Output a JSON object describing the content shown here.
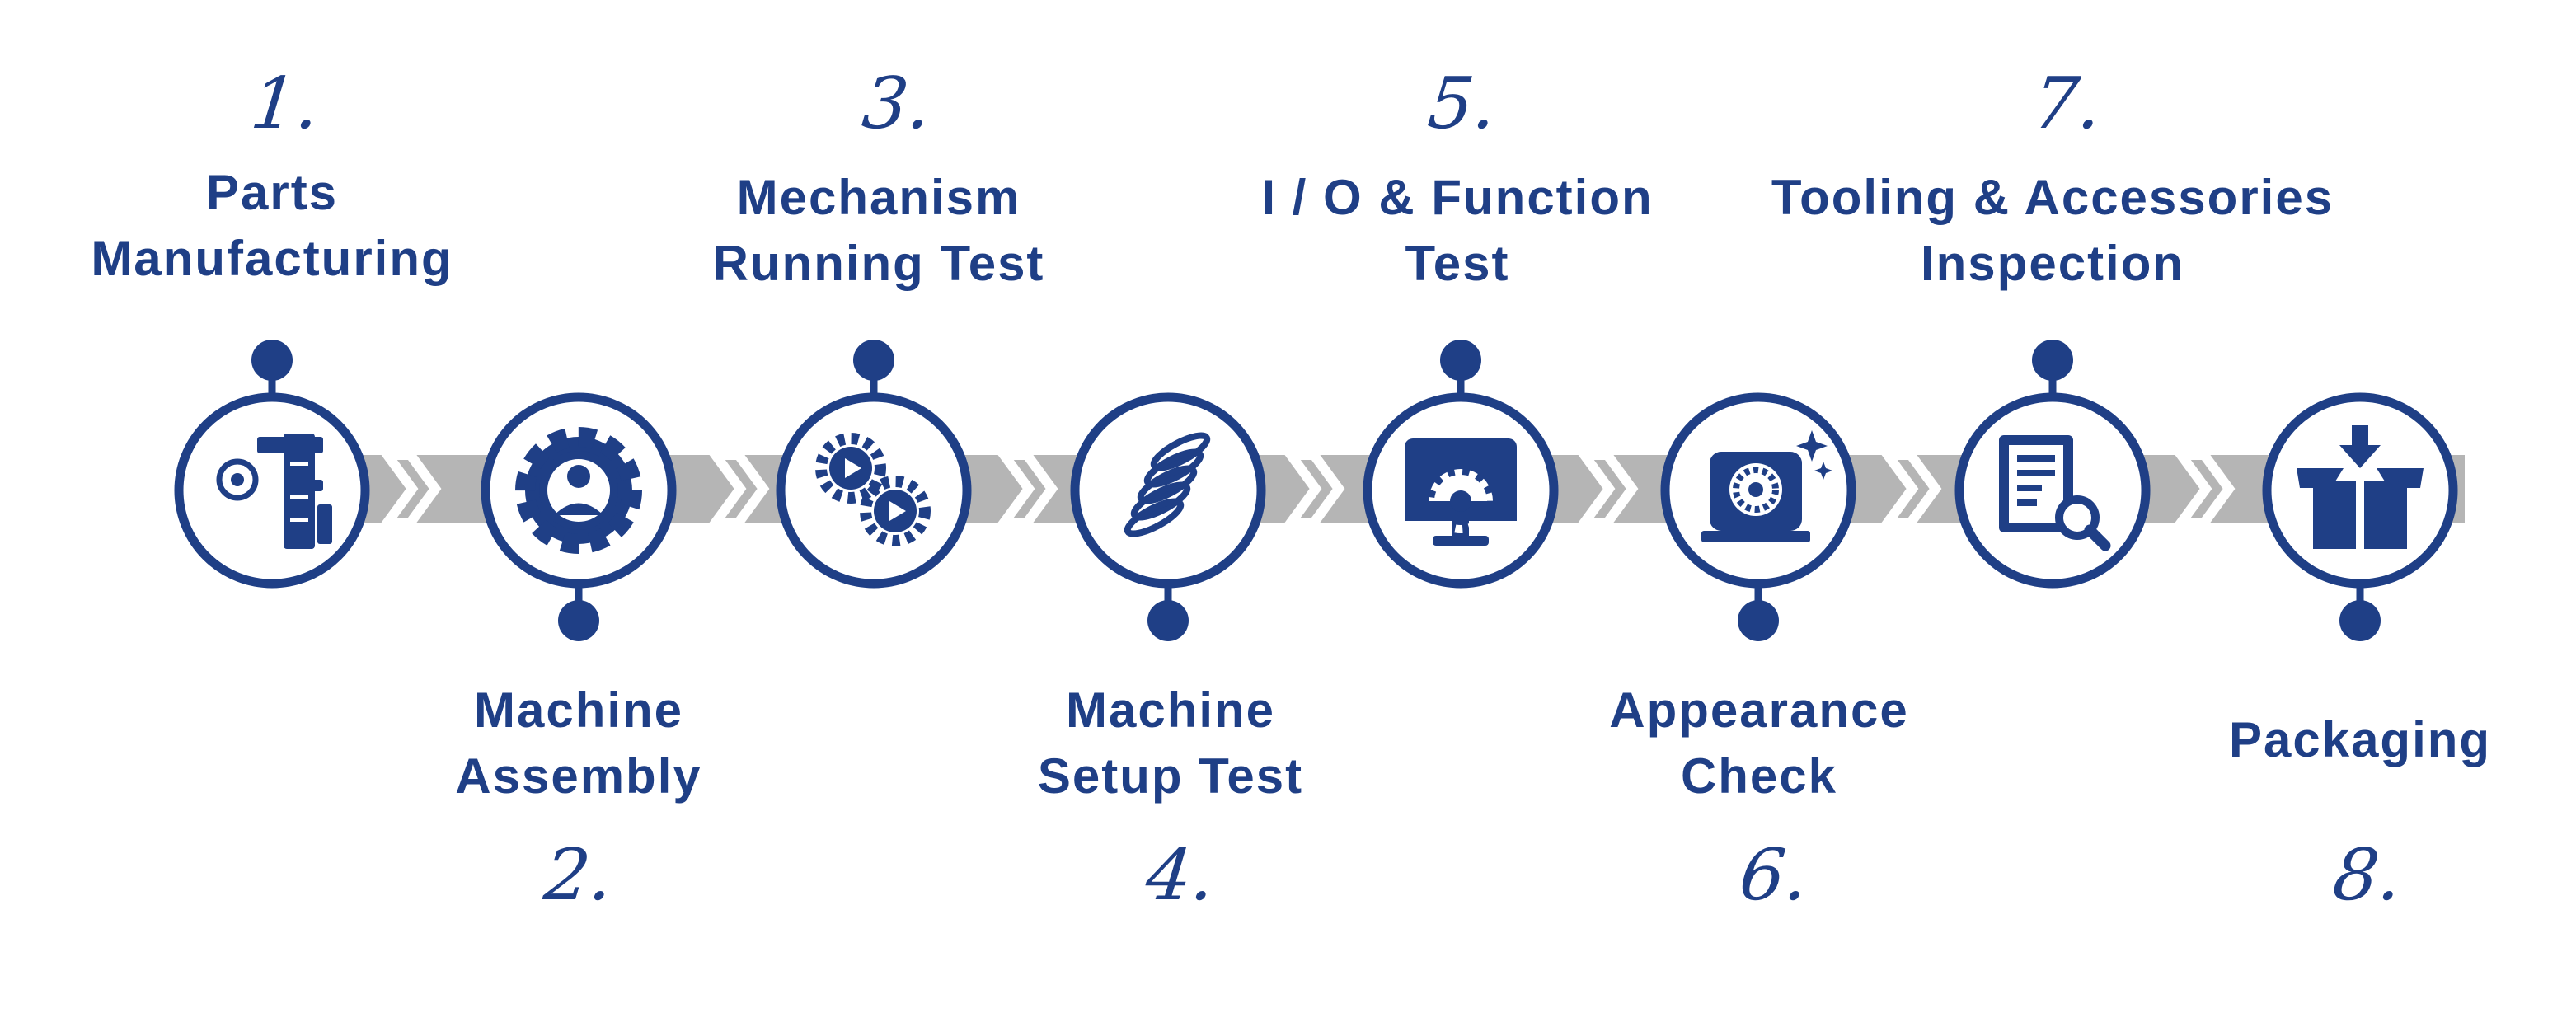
{
  "colors": {
    "primary": "#1f3f86",
    "connector": "#b5b5b5",
    "background": "#ffffff"
  },
  "steps": [
    {
      "number": "1.",
      "lines": [
        "Parts",
        "Manufacturing"
      ],
      "icon": "caliper-icon"
    },
    {
      "number": "2.",
      "lines": [
        "Machine",
        "Assembly"
      ],
      "icon": "gear-worker-icon"
    },
    {
      "number": "3.",
      "lines": [
        "Mechanism",
        "Running Test"
      ],
      "icon": "gears-play-icon"
    },
    {
      "number": "4.",
      "lines": [
        "Machine",
        "Setup Test"
      ],
      "icon": "spring-icon"
    },
    {
      "number": "5.",
      "lines": [
        "I / O & Function",
        "Test"
      ],
      "icon": "monitor-gear-icon"
    },
    {
      "number": "6.",
      "lines": [
        "Appearance",
        "Check"
      ],
      "icon": "sparkle-machine-icon"
    },
    {
      "number": "7.",
      "lines": [
        "Tooling & Accessories",
        "Inspection"
      ],
      "icon": "document-search-icon"
    },
    {
      "number": "8.",
      "lines": [
        "Packaging"
      ],
      "icon": "package-box-icon"
    }
  ]
}
